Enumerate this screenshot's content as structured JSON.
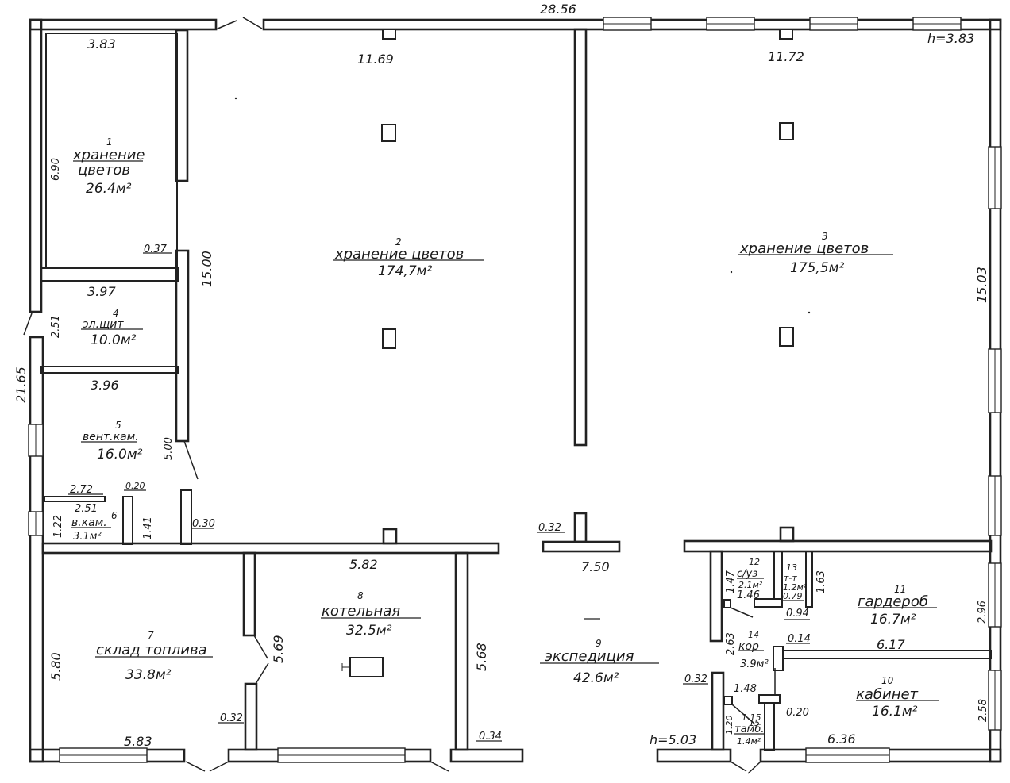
{
  "plan": {
    "overall_width": "28.56",
    "overall_depth": "21.65",
    "height_main": "h=3.83",
    "height_low": "h=5.03"
  },
  "rooms": [
    {
      "id": "1",
      "name": [
        "хранение",
        "цветов"
      ],
      "area": "26.4м²"
    },
    {
      "id": "2",
      "name": [
        "хранение цветов"
      ],
      "area": "174,7м²"
    },
    {
      "id": "3",
      "name": [
        "хранение цветов"
      ],
      "area": "175,5м²"
    },
    {
      "id": "4",
      "name": [
        "эл.щит"
      ],
      "area": "10.0м²"
    },
    {
      "id": "5",
      "name": [
        "вент.кам."
      ],
      "area": "16.0м²"
    },
    {
      "id": "6",
      "name": [
        "в.кам."
      ],
      "area": "3.1м²"
    },
    {
      "id": "7",
      "name": [
        "склад топлива"
      ],
      "area": "33.8м²"
    },
    {
      "id": "8",
      "name": [
        "котельная"
      ],
      "area": "32.5м²"
    },
    {
      "id": "9",
      "name": [
        "экспедиция"
      ],
      "area": "42.6м²"
    },
    {
      "id": "10",
      "name": [
        "кабинет"
      ],
      "area": "16.1м²"
    },
    {
      "id": "11",
      "name": [
        "гардероб"
      ],
      "area": "16.7м²"
    },
    {
      "id": "12",
      "name": [
        "с/уз"
      ],
      "area": "2.1м²"
    },
    {
      "id": "13",
      "name": [
        "т-т"
      ],
      "area": "1.2м²"
    },
    {
      "id": "14",
      "name": [
        "кор"
      ],
      "area": "3.9м²"
    },
    {
      "id": "15",
      "name": [
        "тамб."
      ],
      "area": "1.4м²"
    }
  ],
  "dimensions": {
    "d_3_83": "3.83",
    "d_11_69": "11.69",
    "d_11_72": "11.72",
    "d_6_90": "6.90",
    "d_0_37": "0.37",
    "d_15_00": "15.00",
    "d_15_03": "15.03",
    "d_3_97": "3.97",
    "d_2_51a": "2.51",
    "d_3_96": "3.96",
    "d_5_00": "5.00",
    "d_2_72": "2.72",
    "d_0_20a": "0.20",
    "d_2_51b": "2.51",
    "d_1_22": "1.22",
    "d_1_41": "1.41",
    "d_0_30": "0.30",
    "d_0_32a": "0.32",
    "d_5_82": "5.82",
    "d_7_50": "7.50",
    "d_5_80": "5.80",
    "d_5_69": "5.69",
    "d_5_68": "5.68",
    "d_0_32b": "0.32",
    "d_5_83": "5.83",
    "d_0_34": "0.34",
    "d_1_47": "1.47",
    "d_1_46": "1.46",
    "d_0_79": "0.79",
    "d_1_63": "1.63",
    "d_0_94": "0.94",
    "d_2_96": "2.96",
    "d_2_63": "2.63",
    "d_0_14": "0.14",
    "d_6_17": "6.17",
    "d_0_32c": "0.32",
    "d_1_48": "1.48",
    "d_0_20b": "0.20",
    "d_1_15": "1.15",
    "d_1_20": "1.20",
    "d_2_58": "2.58",
    "d_6_36": "6.36"
  }
}
